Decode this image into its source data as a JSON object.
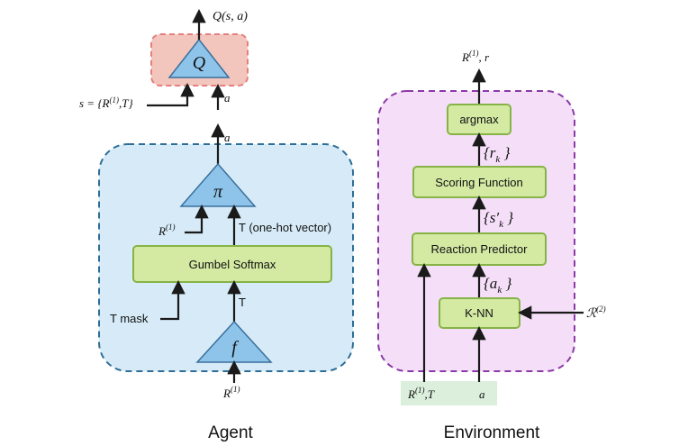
{
  "agent": {
    "caption": "Agent",
    "q_output_label": "Q(s, a)",
    "q_symbol": "Q",
    "state_label_prefix": "s = {R",
    "state_label_sup": "(1)",
    "state_label_suffix": ",T}",
    "action_to_q_label": "a",
    "action_from_pi_label": "a",
    "pi_symbol": "π",
    "pi_input_label": "R",
    "pi_input_sup": "(1)",
    "onehot_label": "T (one-hot vector)",
    "gumbel_label": "Gumbel Softmax",
    "tmask_label": "T mask",
    "t_label": "T",
    "f_symbol": "f",
    "f_input_label": "R",
    "f_input_sup": "(1)"
  },
  "environment": {
    "caption": "Environment",
    "output_label": "R",
    "output_sup": "(1)",
    "output_suffix": ", r",
    "argmax_label": "argmax",
    "rk_label": "{r",
    "rk_sub": "k",
    "rk_close": " }",
    "scoring_label": "Scoring Function",
    "sk_label": "{s′",
    "sk_sub": "k",
    "sk_close": " }",
    "reaction_label": "Reaction Predictor",
    "ak_label": "{a",
    "ak_sub": "k",
    "ak_close": " }",
    "knn_label": "K-NN",
    "r2_label": "ℛ",
    "r2_sup": "(2)",
    "input_left_label": "R",
    "input_left_sup": "(1)",
    "input_left_suffix": ",T",
    "input_right_label": "a"
  },
  "colors": {
    "agent_box_fill": "#d6ebf7",
    "agent_box_stroke": "#2e6e96",
    "q_box_fill": "#f2c6bd",
    "q_box_stroke": "#e57f7f",
    "env_box_fill": "#f5dff8",
    "env_box_stroke": "#8a3aa6",
    "green_fill": "#d4eaa3",
    "green_stroke": "#86b347",
    "triangle_fill": "#8fc4ea",
    "triangle_stroke": "#3a6f9c",
    "input_strip_fill": "#dcefdc",
    "arrow": "#1a1a1a"
  }
}
